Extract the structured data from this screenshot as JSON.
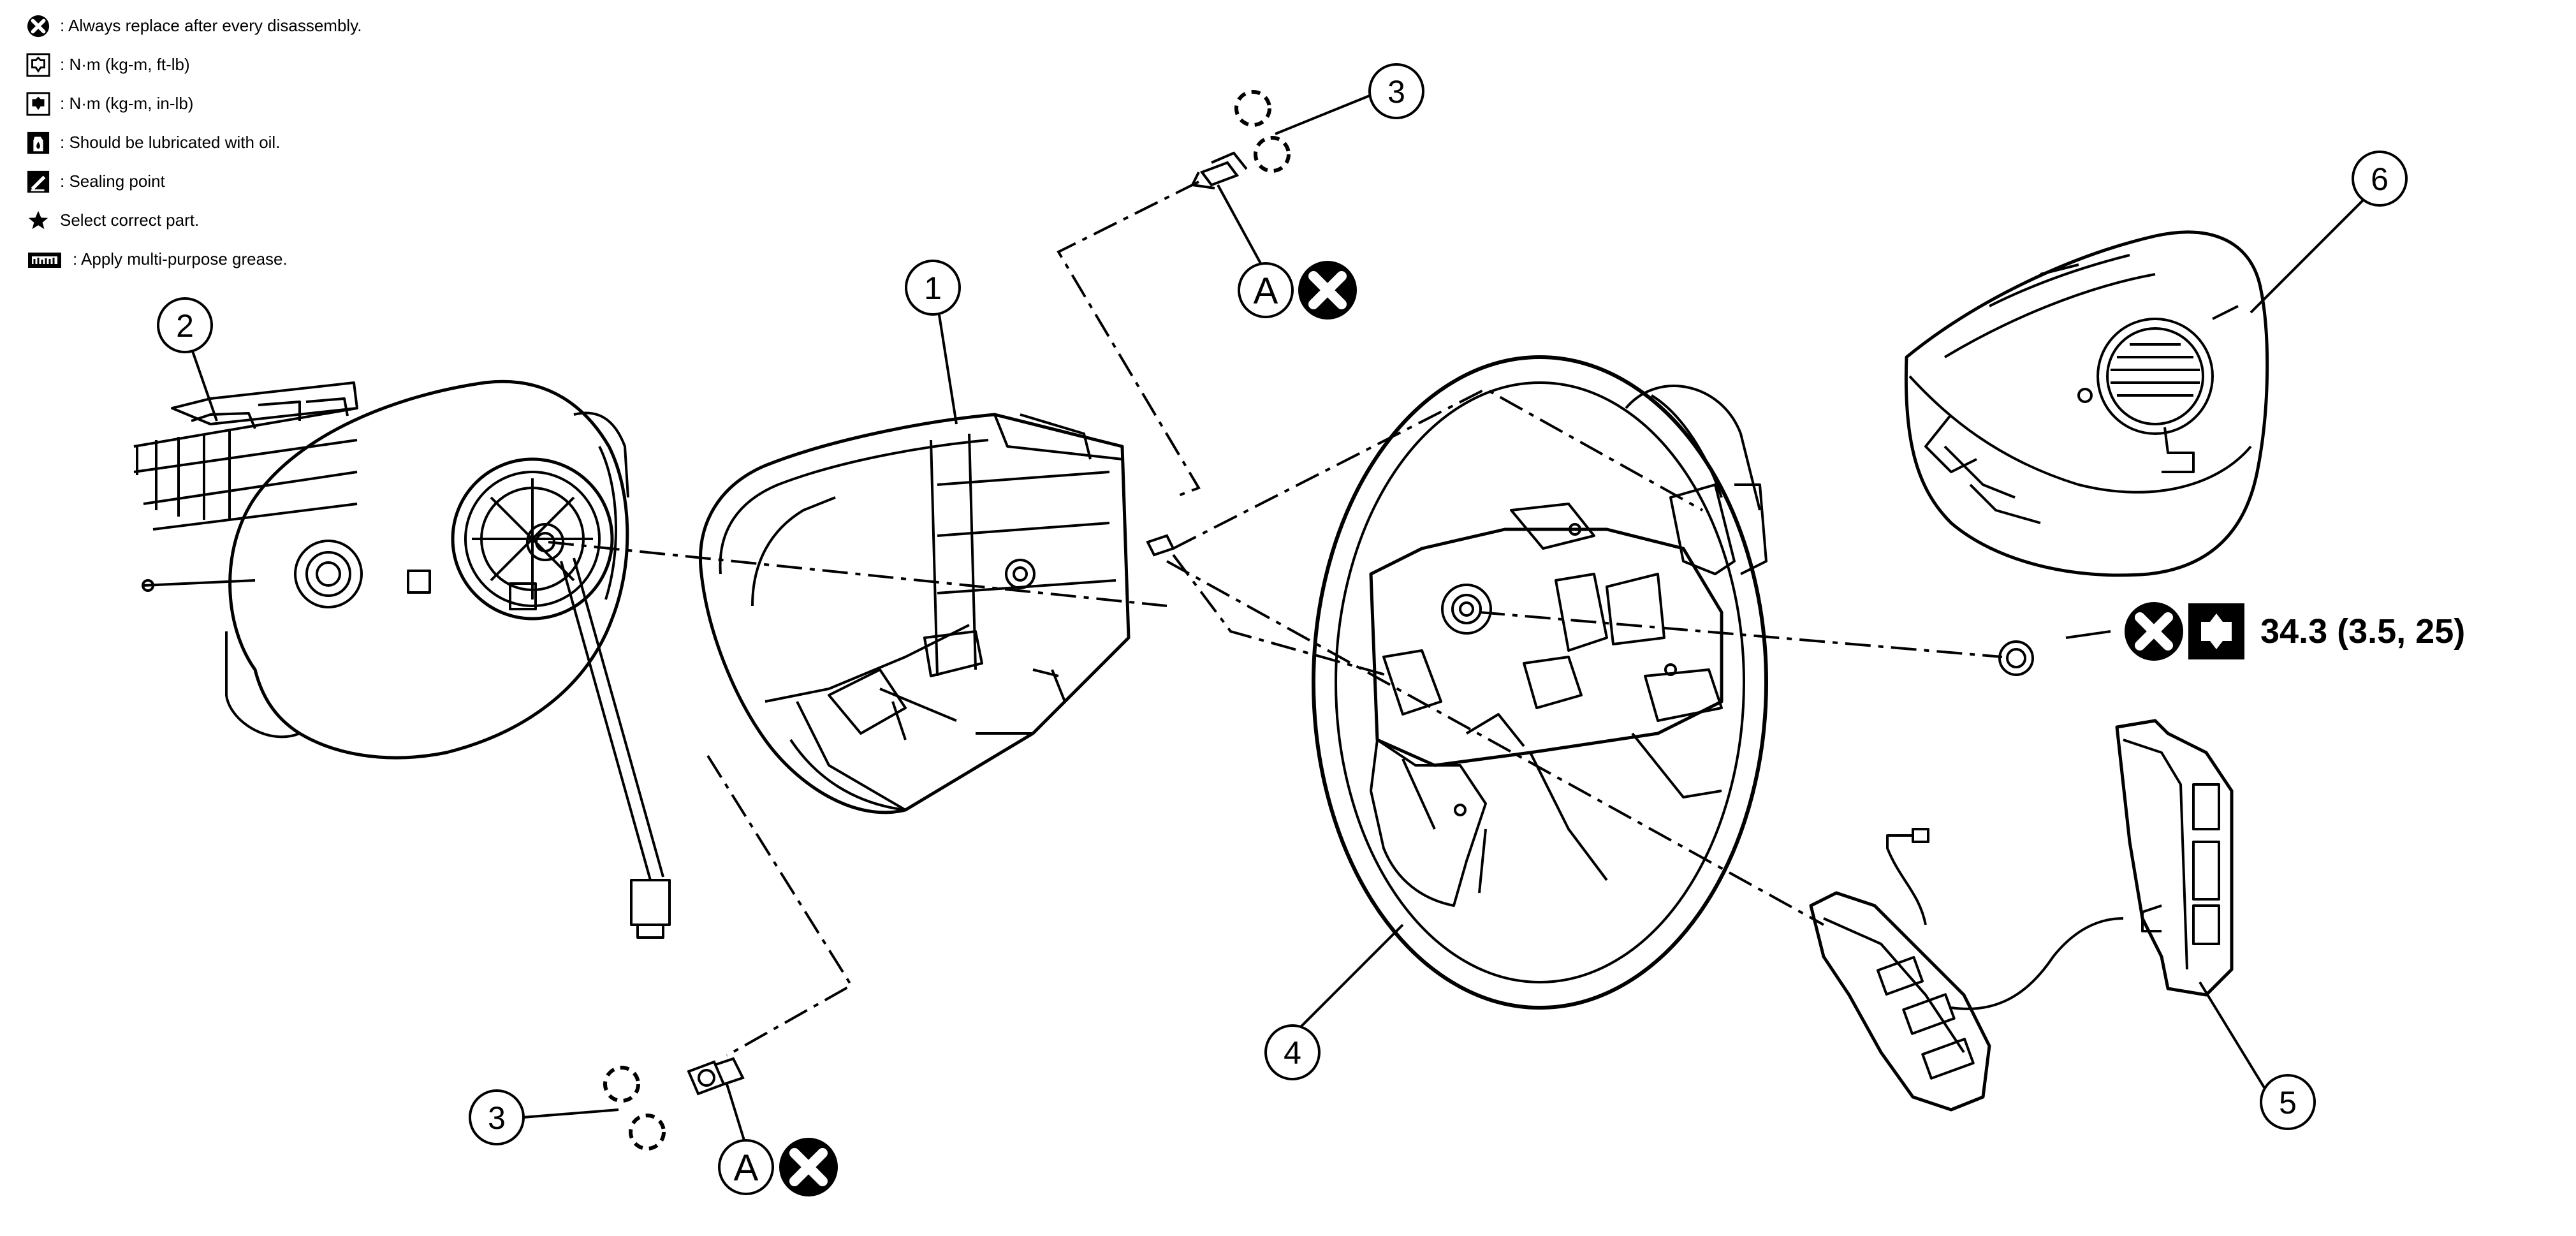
{
  "legend": [
    {
      "icon": "replace-x-icon",
      "text": ": Always replace after every disassembly."
    },
    {
      "icon": "torque-wrench-ftlb-icon",
      "text": ": N·m (kg-m, ft-lb)"
    },
    {
      "icon": "torque-wrench-inlb-icon",
      "text": ": N·m (kg-m, in-lb)"
    },
    {
      "icon": "oil-can-icon",
      "text": ": Should be lubricated with oil."
    },
    {
      "icon": "sealing-point-icon",
      "text": ": Sealing point"
    },
    {
      "icon": "star-icon",
      "text": "Select correct part."
    },
    {
      "icon": "grease-icon",
      "text": ": Apply multi-purpose grease."
    }
  ],
  "callouts": {
    "c1": "1",
    "c2": "2",
    "c3a": "3",
    "c3b": "3",
    "c4": "4",
    "c5": "5",
    "c6": "6",
    "ref_a_top": "A",
    "ref_a_bottom": "A"
  },
  "torque": {
    "nut_value": "34.3 (3.5, 25)"
  },
  "colors": {
    "line": "#000000",
    "background": "#ffffff"
  }
}
